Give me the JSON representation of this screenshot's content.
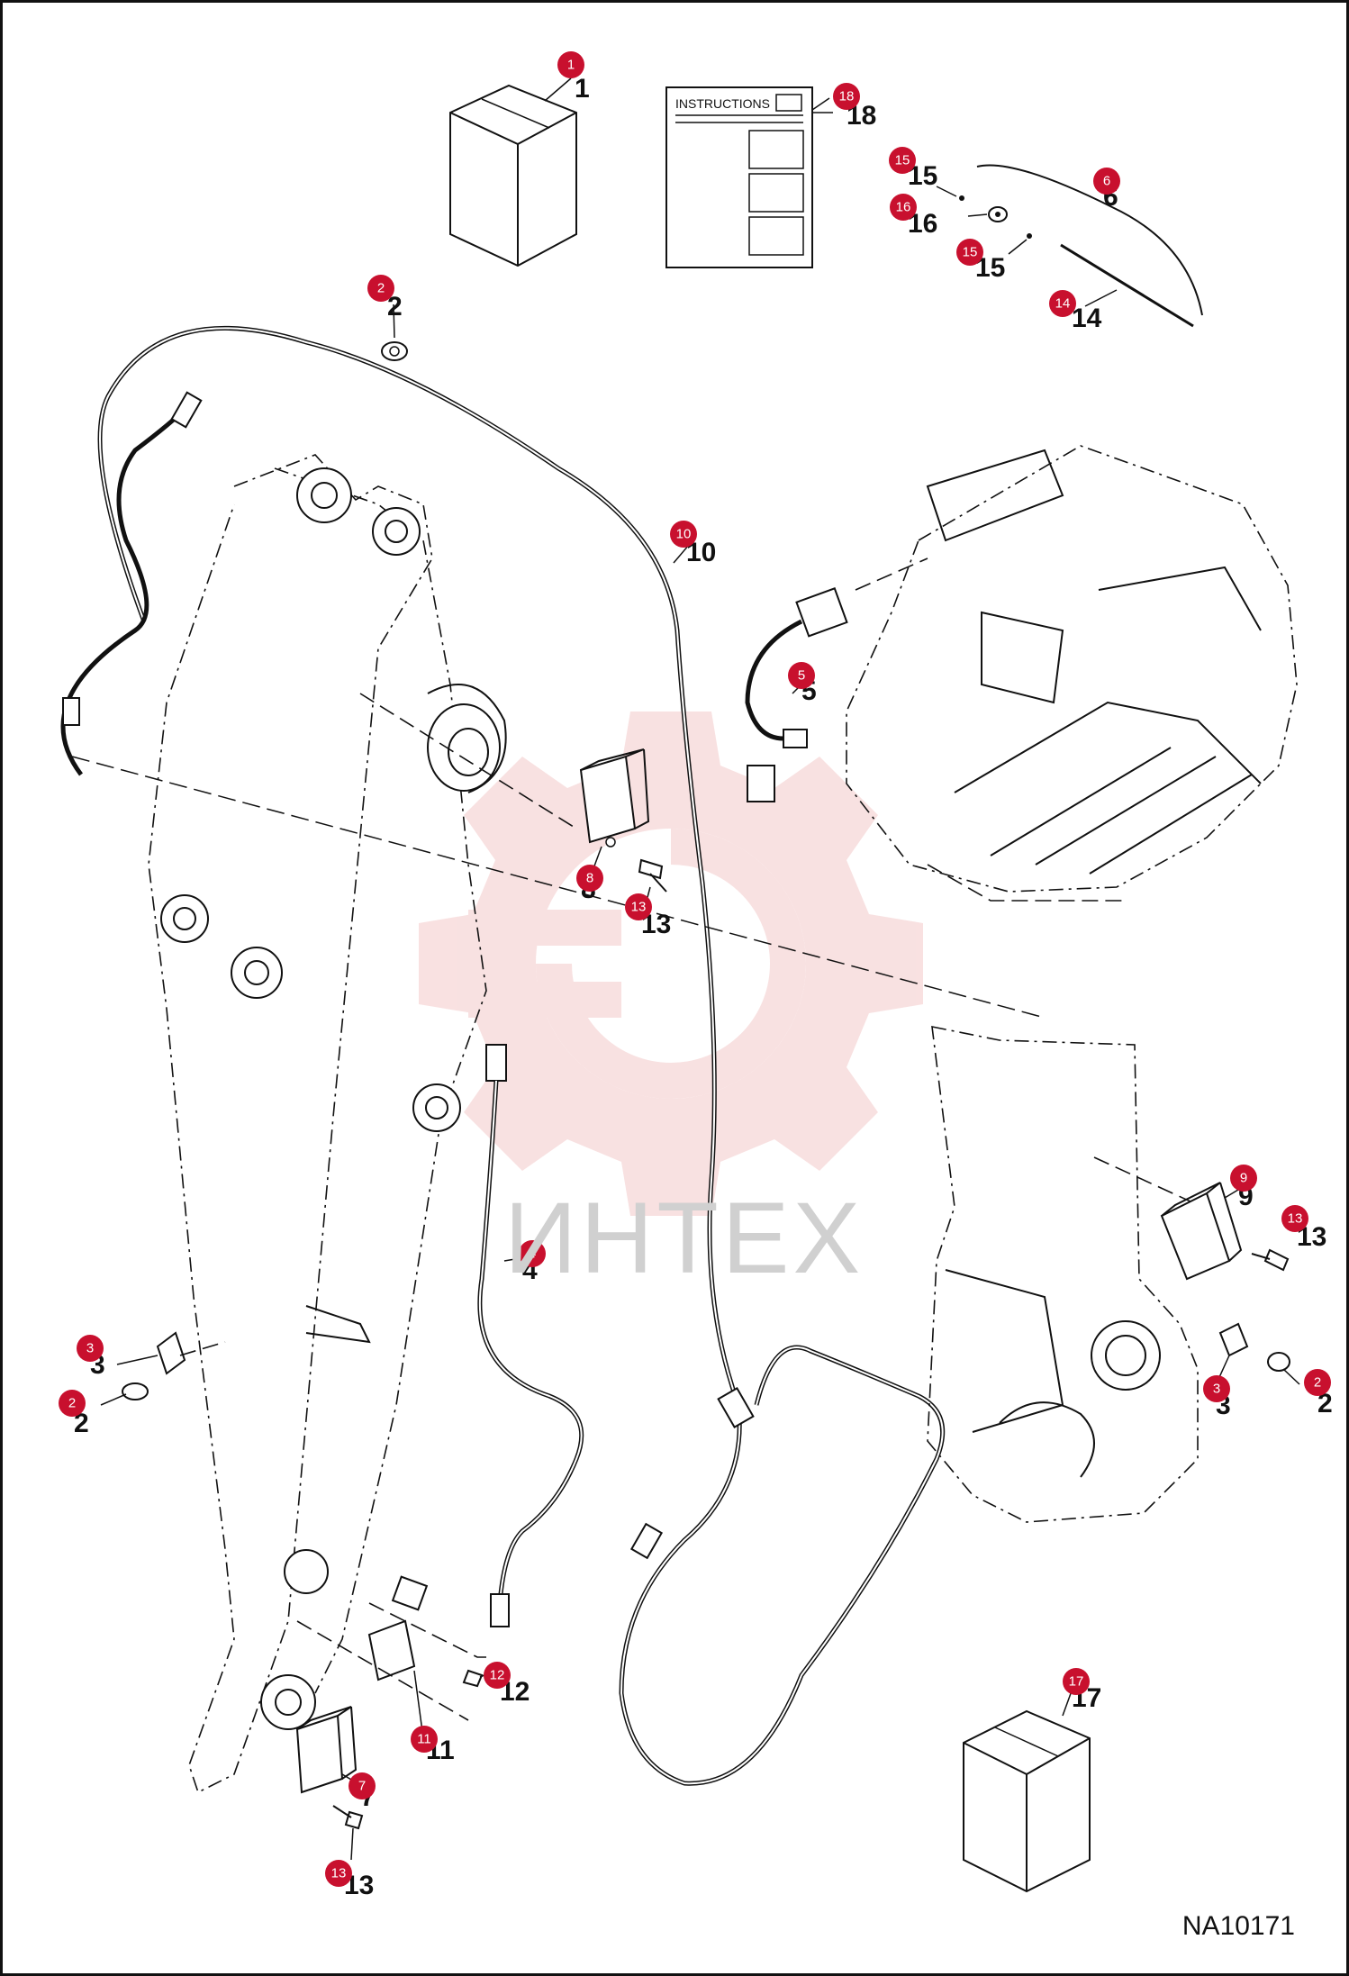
{
  "drawing_code": "NA10171",
  "watermark": "ИНТЕХ",
  "instructions_sheet_title": "INSTRUCTIONS",
  "callouts": [
    {
      "id": "c1",
      "label": "1"
    },
    {
      "id": "c18",
      "label": "18"
    },
    {
      "id": "c15a",
      "label": "15"
    },
    {
      "id": "c16",
      "label": "16"
    },
    {
      "id": "c15b",
      "label": "15"
    },
    {
      "id": "c6",
      "label": "6"
    },
    {
      "id": "c14",
      "label": "14"
    },
    {
      "id": "c2a",
      "label": "2"
    },
    {
      "id": "c10",
      "label": "10"
    },
    {
      "id": "c5",
      "label": "5"
    },
    {
      "id": "c8",
      "label": "8"
    },
    {
      "id": "c13a",
      "label": "13"
    },
    {
      "id": "c9",
      "label": "9"
    },
    {
      "id": "c13b",
      "label": "13"
    },
    {
      "id": "c4",
      "label": "4"
    },
    {
      "id": "c3a",
      "label": "3"
    },
    {
      "id": "c2b",
      "label": "2"
    },
    {
      "id": "c3b",
      "label": "3"
    },
    {
      "id": "c2c",
      "label": "2"
    },
    {
      "id": "c12",
      "label": "12"
    },
    {
      "id": "c11",
      "label": "11"
    },
    {
      "id": "c7",
      "label": "7"
    },
    {
      "id": "c13c",
      "label": "13"
    },
    {
      "id": "c17",
      "label": "17"
    }
  ],
  "colors": {
    "callout": "#c8102e",
    "line": "#111111",
    "watermark": "#f4c9c9"
  }
}
